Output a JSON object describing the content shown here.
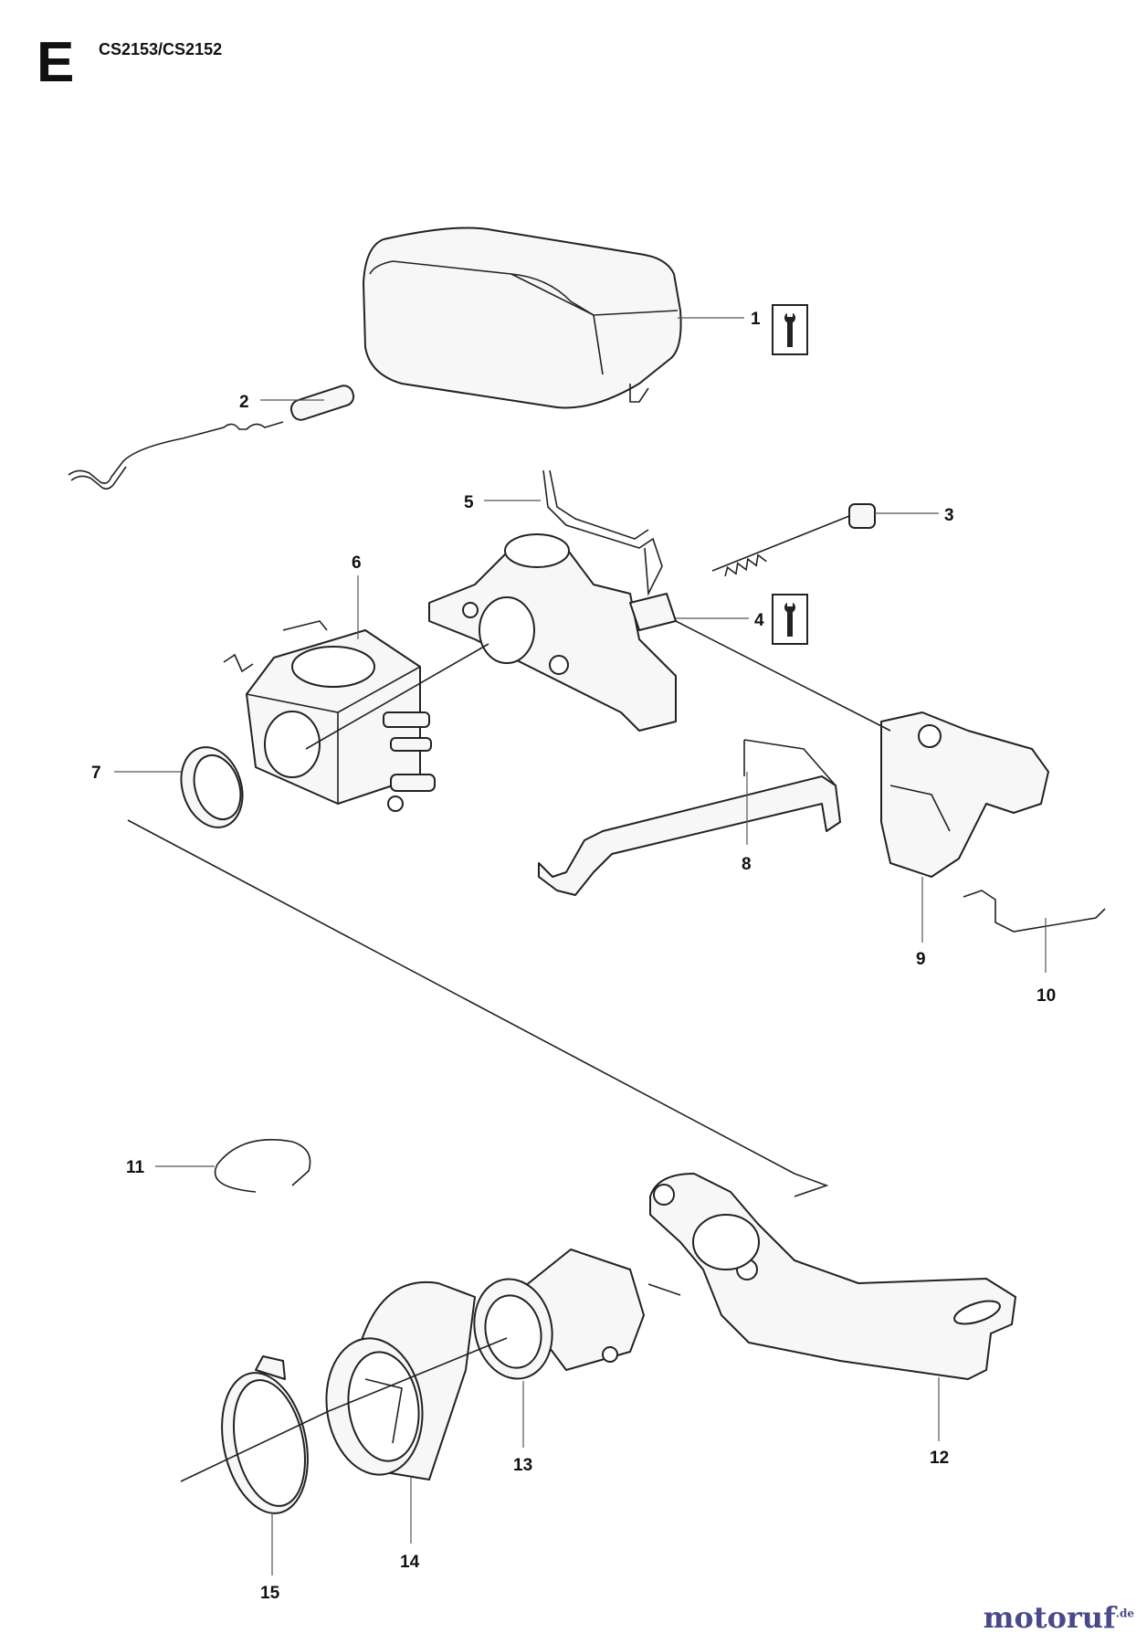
{
  "header": {
    "section_letter": "E",
    "model": "CS2153/CS2152"
  },
  "labels": {
    "p1": "1",
    "p2": "2",
    "p3": "3",
    "p4": "4",
    "p5": "5",
    "p6": "6",
    "p7": "7",
    "p8": "8",
    "p9": "9",
    "p10": "10",
    "p11": "11",
    "p12": "12",
    "p13": "13",
    "p14": "14",
    "p15": "15"
  },
  "tool_markers": [
    {
      "part": "1",
      "icon": "wrench-icon"
    },
    {
      "part": "4",
      "icon": "wrench-icon"
    }
  ],
  "watermark": {
    "brand": "motoruf",
    "tld": ".de"
  }
}
